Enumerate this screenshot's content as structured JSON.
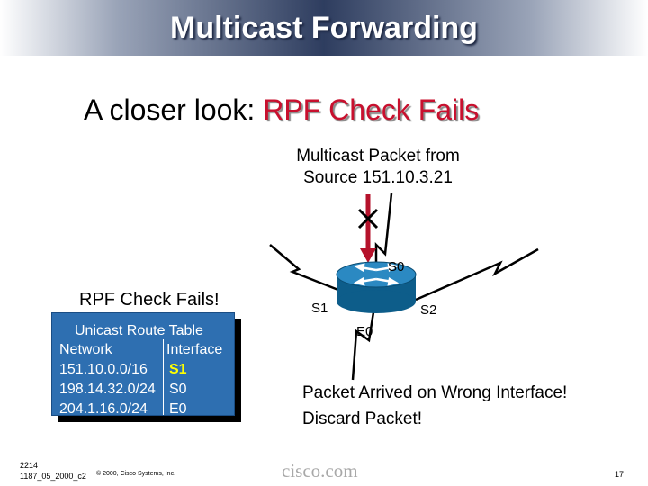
{
  "slide": {
    "title": "Multicast Forwarding",
    "subtitle_prefix": "A closer look: ",
    "subtitle_highlight": "RPF Check Fails"
  },
  "diagram": {
    "source_line1": "Multicast Packet from",
    "source_line2": "Source 151.10.3.21",
    "interfaces": {
      "s0": "S0",
      "s1": "S1",
      "s2": "S2",
      "e0": "E0"
    },
    "rpf_status": "RPF Check Fails!",
    "result_line1": "Packet Arrived on Wrong Interface!",
    "result_line2": "Discard Packet!",
    "router_icon": "router-icon",
    "discard_icon": "x-mark-icon",
    "colors": {
      "packet_arrow": "#b5122b",
      "table_bg": "#2e6fb1",
      "table_accent": "#ffff00",
      "title_dark": "#2e3d5f"
    }
  },
  "route_table": {
    "caption": "Unicast Route Table",
    "headers": [
      "Network",
      "Interface"
    ],
    "rows": [
      [
        "151.10.0.0/16",
        "S1"
      ],
      [
        "198.14.32.0/24",
        "S0"
      ],
      [
        "204.1.16.0/24",
        "E0"
      ]
    ]
  },
  "footer": {
    "code_line1": "2214",
    "code_line2": "1187_05_2000_c2",
    "copyright": "© 2000, Cisco Systems, Inc.",
    "brand": "cisco.com",
    "page": "17"
  }
}
